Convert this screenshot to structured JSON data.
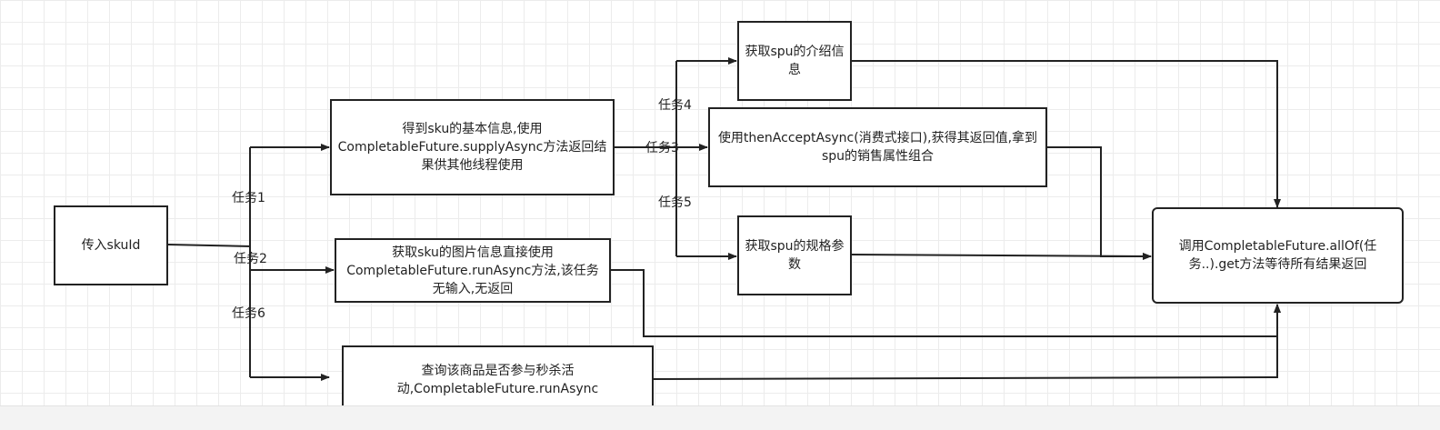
{
  "nodes": {
    "input": "传入skuId",
    "base_info": "得到sku的基本信息,使用CompletableFuture.supplyAsync方法返回结果供其他线程使用",
    "image_info": "获取sku的图片信息直接使用CompletableFuture.runAsync方法,该任务无输入,无返回",
    "seckill": "查询该商品是否参与秒杀活动,CompletableFuture.runAsync",
    "spu_desc": "获取spu的介绍信息",
    "then_accept": "使用thenAcceptAsync(消费式接口),获得其返回值,拿到spu的销售属性组合",
    "spu_params": "获取spu的规格参数",
    "all_of": "调用CompletableFuture.allOf(任务..).get方法等待所有结果返回"
  },
  "edge_labels": {
    "task1": "任务1",
    "task2": "任务2",
    "task3": "任务3",
    "task4": "任务4",
    "task5": "任务5",
    "task6": "任务6"
  },
  "colors": {
    "line": "#222222",
    "grid": "#ececec"
  }
}
